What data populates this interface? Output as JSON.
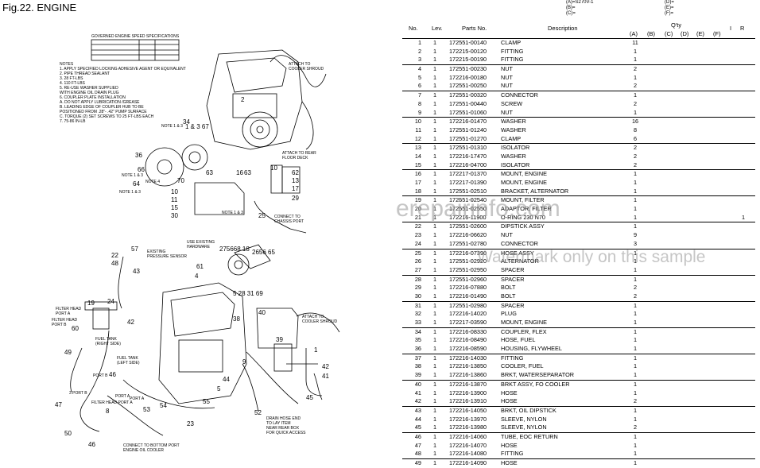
{
  "figure": {
    "title": "Fig.22.  ENGINE"
  },
  "models": {
    "a": "(A)=S270V-1",
    "b": "(B)=",
    "c": "(C)=",
    "d": "(D)=",
    "e": "(E)=",
    "f": "(F)="
  },
  "table_header": {
    "no": "No.",
    "lev": "Lev.",
    "parts_no": "Parts No.",
    "description": "Description",
    "qty": "Q'ty",
    "cols": [
      "(A)",
      "(B)",
      "(C)",
      "(D)",
      "(E)",
      "(F)"
    ],
    "i": "I",
    "r": "R"
  },
  "rows": [
    {
      "no": "1",
      "lev": "1",
      "pn": "172551-00140",
      "desc": "CLAMP",
      "qty": "11",
      "r": ""
    },
    {
      "no": "2",
      "lev": "1",
      "pn": "172215-00120",
      "desc": "FITTING",
      "qty": "1",
      "r": ""
    },
    {
      "no": "3",
      "lev": "1",
      "pn": "172215-00190",
      "desc": "FITTING",
      "qty": "1",
      "r": ""
    },
    {
      "no": "4",
      "lev": "1",
      "pn": "172551-00230",
      "desc": "NUT",
      "qty": "2",
      "r": ""
    },
    {
      "no": "5",
      "lev": "1",
      "pn": "172216-00180",
      "desc": "NUT",
      "qty": "1",
      "r": ""
    },
    {
      "no": "6",
      "lev": "1",
      "pn": "172551-00250",
      "desc": "NUT",
      "qty": "2",
      "r": ""
    },
    {
      "no": "7",
      "lev": "1",
      "pn": "172551-00320",
      "desc": "CONNECTOR",
      "qty": "1",
      "r": ""
    },
    {
      "no": "8",
      "lev": "1",
      "pn": "172551-00440",
      "desc": "SCREW",
      "qty": "2",
      "r": ""
    },
    {
      "no": "9",
      "lev": "1",
      "pn": "172551-01060",
      "desc": "NUT",
      "qty": "1",
      "r": ""
    },
    {
      "no": "10",
      "lev": "1",
      "pn": "172216-01470",
      "desc": "WASHER",
      "qty": "16",
      "r": ""
    },
    {
      "no": "11",
      "lev": "1",
      "pn": "172551-01240",
      "desc": "WASHER",
      "qty": "8",
      "r": ""
    },
    {
      "no": "12",
      "lev": "1",
      "pn": "172551-01270",
      "desc": "CLAMP",
      "qty": "6",
      "r": ""
    },
    {
      "no": "13",
      "lev": "1",
      "pn": "172551-01310",
      "desc": "ISOLATOR",
      "qty": "2",
      "r": ""
    },
    {
      "no": "14",
      "lev": "1",
      "pn": "172216-17470",
      "desc": "WASHER",
      "qty": "2",
      "r": ""
    },
    {
      "no": "15",
      "lev": "1",
      "pn": "172216-04700",
      "desc": "ISOLATOR",
      "qty": "2",
      "r": ""
    },
    {
      "no": "16",
      "lev": "1",
      "pn": "172217-01370",
      "desc": "MOUNT, ENGINE",
      "qty": "1",
      "r": ""
    },
    {
      "no": "17",
      "lev": "1",
      "pn": "172217-01390",
      "desc": "MOUNT, ENGINE",
      "qty": "1",
      "r": ""
    },
    {
      "no": "18",
      "lev": "1",
      "pn": "172551-02510",
      "desc": "BRACKET, ALTERNATOR",
      "qty": "1",
      "r": ""
    },
    {
      "no": "19",
      "lev": "1",
      "pn": "172551-02540",
      "desc": "MOUNT, FILTER",
      "qty": "1",
      "r": ""
    },
    {
      "no": "20",
      "lev": "1",
      "pn": "172551-02550",
      "desc": "ADAPTOR, FILTER",
      "qty": "1",
      "r": ""
    },
    {
      "no": "21",
      "lev": "1",
      "pn": "172216-11900",
      "desc": "O-RING 230 N70",
      "qty": "1",
      "r": "1"
    },
    {
      "no": "22",
      "lev": "1",
      "pn": "172551-02600",
      "desc": "DIPSTICK ASSY",
      "qty": "1",
      "r": ""
    },
    {
      "no": "23",
      "lev": "1",
      "pn": "172216-06620",
      "desc": "NUT",
      "qty": "9",
      "r": ""
    },
    {
      "no": "24",
      "lev": "1",
      "pn": "172551-02780",
      "desc": "CONNECTOR",
      "qty": "3",
      "r": ""
    },
    {
      "no": "25",
      "lev": "1",
      "pn": "172216-07390",
      "desc": "HOSE ASSY",
      "qty": "1",
      "r": ""
    },
    {
      "no": "26",
      "lev": "1",
      "pn": "172551-02920",
      "desc": "ALTERNATOR",
      "qty": "1",
      "r": ""
    },
    {
      "no": "27",
      "lev": "1",
      "pn": "172551-02950",
      "desc": "SPACER",
      "qty": "1",
      "r": ""
    },
    {
      "no": "28",
      "lev": "1",
      "pn": "172551-02960",
      "desc": "SPACER",
      "qty": "1",
      "r": ""
    },
    {
      "no": "29",
      "lev": "1",
      "pn": "172216-07880",
      "desc": "BOLT",
      "qty": "2",
      "r": ""
    },
    {
      "no": "30",
      "lev": "1",
      "pn": "172216-01490",
      "desc": "BOLT",
      "qty": "2",
      "r": ""
    },
    {
      "no": "31",
      "lev": "1",
      "pn": "172551-02980",
      "desc": "SPACER",
      "qty": "1",
      "r": ""
    },
    {
      "no": "32",
      "lev": "1",
      "pn": "172216-14020",
      "desc": "PLUG",
      "qty": "1",
      "r": ""
    },
    {
      "no": "33",
      "lev": "1",
      "pn": "172217-03590",
      "desc": "MOUNT, ENGINE",
      "qty": "1",
      "r": ""
    },
    {
      "no": "34",
      "lev": "1",
      "pn": "172216-08330",
      "desc": "COUPLER, FLEX",
      "qty": "1",
      "r": ""
    },
    {
      "no": "35",
      "lev": "1",
      "pn": "172216-08490",
      "desc": "HOSE, FUEL",
      "qty": "1",
      "r": ""
    },
    {
      "no": "36",
      "lev": "1",
      "pn": "172216-08590",
      "desc": "HOUSING, FLYWHEEL",
      "qty": "1",
      "r": ""
    },
    {
      "no": "37",
      "lev": "1",
      "pn": "172216-14030",
      "desc": "FITTING",
      "qty": "1",
      "r": ""
    },
    {
      "no": "38",
      "lev": "1",
      "pn": "172216-13850",
      "desc": "COOLER, FUEL",
      "qty": "1",
      "r": ""
    },
    {
      "no": "39",
      "lev": "1",
      "pn": "172216-13860",
      "desc": "BRKT, WATERSEPARATOR",
      "qty": "1",
      "r": ""
    },
    {
      "no": "40",
      "lev": "1",
      "pn": "172216-13870",
      "desc": "BRKT ASSY, FO COOLER",
      "qty": "1",
      "r": ""
    },
    {
      "no": "41",
      "lev": "1",
      "pn": "172216-13900",
      "desc": "HOSE",
      "qty": "1",
      "r": ""
    },
    {
      "no": "42",
      "lev": "1",
      "pn": "172216-13910",
      "desc": "HOSE",
      "qty": "2",
      "r": ""
    },
    {
      "no": "43",
      "lev": "1",
      "pn": "172216-14050",
      "desc": "BRKT,  OIL DIPSTICK",
      "qty": "1",
      "r": ""
    },
    {
      "no": "44",
      "lev": "1",
      "pn": "172216-13970",
      "desc": "SLEEVE, NYLON",
      "qty": "1",
      "r": ""
    },
    {
      "no": "45",
      "lev": "1",
      "pn": "172216-13980",
      "desc": "SLEEVE, NYLON",
      "qty": "2",
      "r": ""
    },
    {
      "no": "46",
      "lev": "1",
      "pn": "172216-14060",
      "desc": "TUBE, EOC RETURN",
      "qty": "1",
      "r": ""
    },
    {
      "no": "47",
      "lev": "1",
      "pn": "172216-14070",
      "desc": "HOSE",
      "qty": "1",
      "r": ""
    },
    {
      "no": "48",
      "lev": "1",
      "pn": "172216-14080",
      "desc": "FITTING",
      "qty": "1",
      "r": ""
    },
    {
      "no": "49",
      "lev": "1",
      "pn": "172216-14090",
      "desc": "HOSE",
      "qty": "1",
      "r": ""
    }
  ],
  "diagram": {
    "spec_table_title": "GOVERNED ENGINE SPEED SPECIFICATIONS",
    "notes": [
      "NOTES",
      "1.  APPLY SPECIFIED LOCKING ADHESIVE AGENT OR EQUIVALENT",
      "2.  PIPE THREAD SEALANT",
      "3.  28 FT-LBS",
      "4.  110 FT-LBS",
      "5.  RE-USE WASHER SUPPLIED",
      "     WITH ENGINE OIL DRAIN PLUG",
      "6.  COUPLER PLATE INSTALLATION",
      "     A. DO NOT APPLY LUBRICATION /GREASE",
      "     B. LEADING EDGE OF COUPLER HUB TO BE",
      "        POSITIONED FROM .28\"- .42\" PUMP SURFACE",
      "     C. TORQUE (2) SET SCREWS TO 25 FT-LBS EACH",
      "7.  75-86 IN-LB"
    ],
    "labels": [
      "ATTACH TO COOLER SHROUD",
      "ATTACH TO REAR FLOOR DECK",
      "CONNECT TO CHASSIS PORT",
      "NOTE 1 & 3",
      "NOTE 4",
      "NOTE 1 & 3",
      "NOTE 1 & 3",
      "USE EXISTING HARDWARE",
      "EXISTING PRESSURE SENSOR",
      "ATTACH TO COOLER SHROUD",
      "FILTER HEAD PORT A",
      "FILTER HEAD PORT B",
      "FUEL TANK (RIGHT SIDE)",
      "FUEL TANK (LEFT SIDE)",
      "PORT B",
      "PORT A",
      "PORT A",
      "FILTER HEAD PORT A",
      "3 PORT B",
      "DRAIN HOSE END TO LAY ITEM NEAR REAR BOX FOR QUICK ACCESS",
      "CONNECT TO BOTTOM PORT ENGINE OIL COOLER"
    ]
  },
  "watermark": {
    "site": "erepairinfo.com",
    "notice": "Watermark only on this sample"
  }
}
